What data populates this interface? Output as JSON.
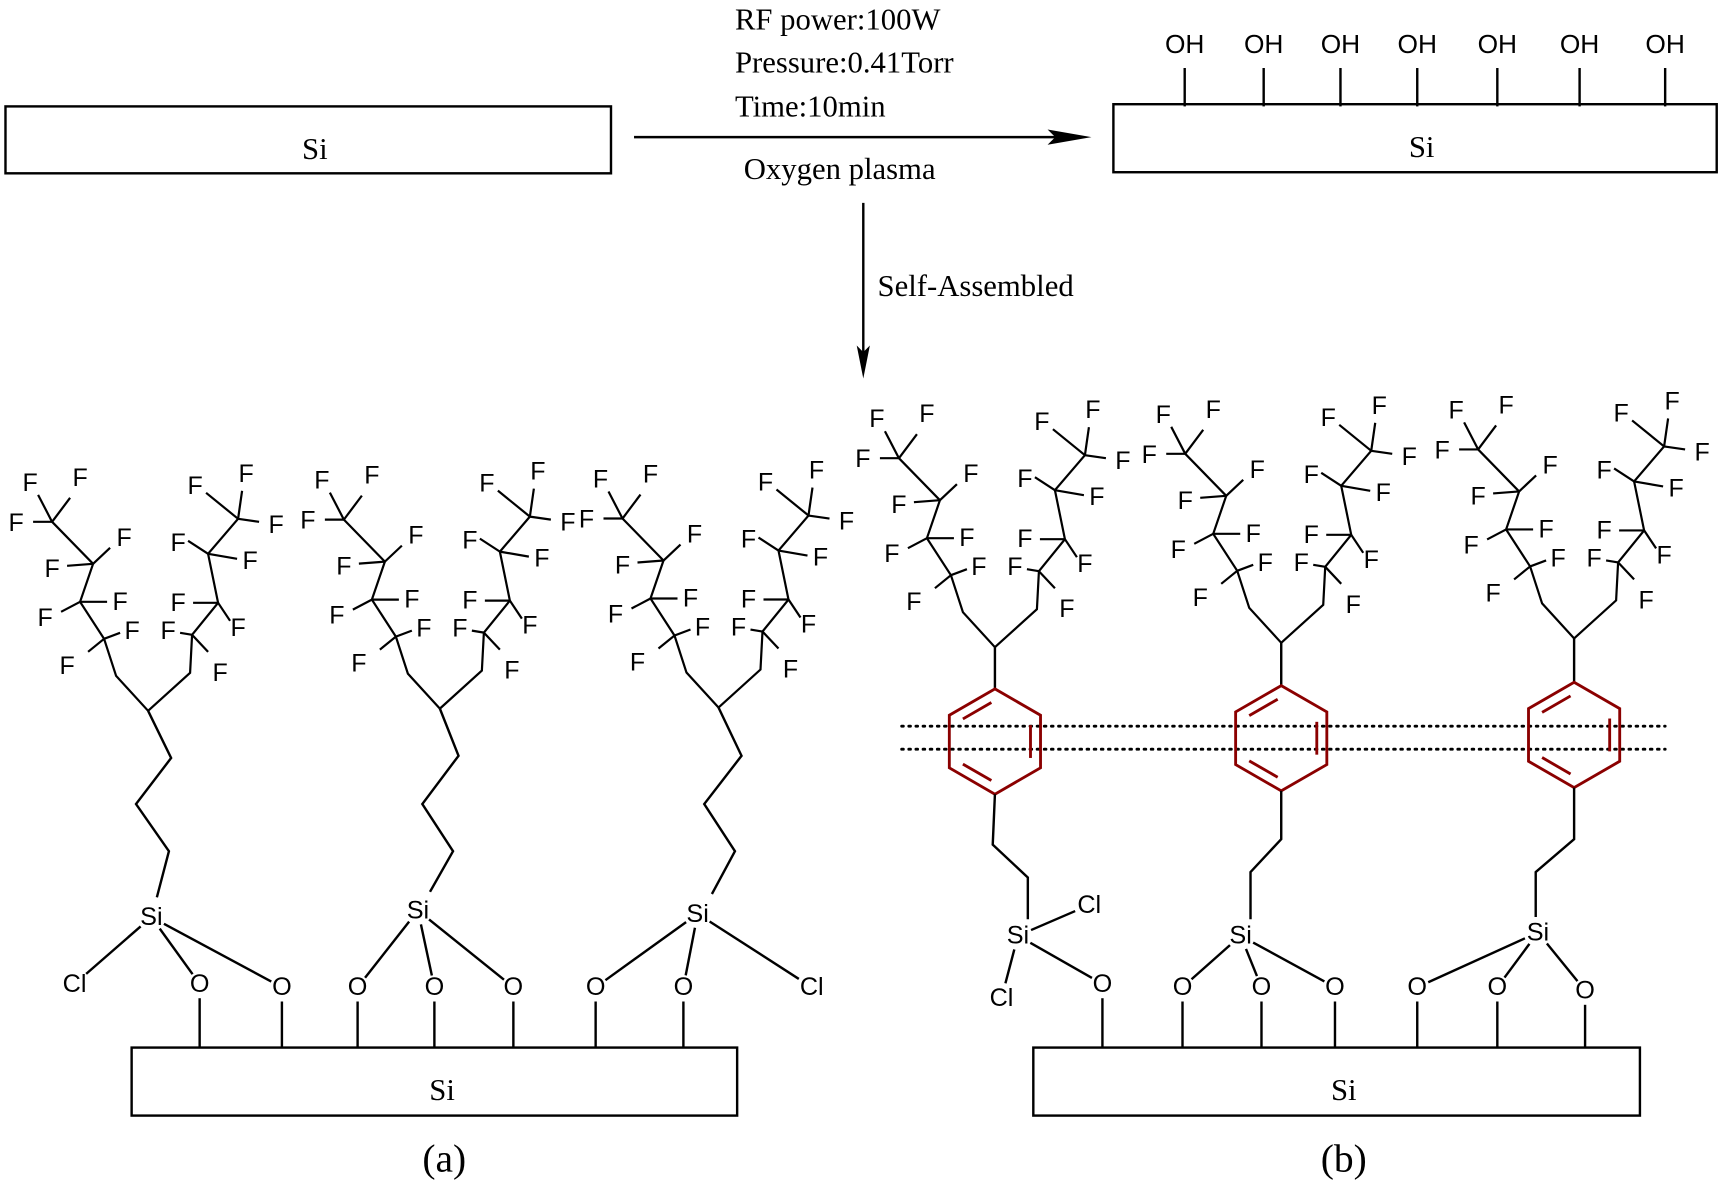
{
  "step1": {
    "conditions": [
      "RF power:100W",
      "Pressure:0.41Torr",
      "Time:10min"
    ],
    "treatment": "Oxygen plasma"
  },
  "step2": {
    "label": "Self-Assembled"
  },
  "substrate": {
    "label": "Si"
  },
  "hydroxyl": {
    "label": "OH",
    "count": 7
  },
  "atoms": {
    "F": "F",
    "Si": "Si",
    "O": "O",
    "Cl": "Cl"
  },
  "panels": {
    "a": "(a)",
    "b": "(b)"
  },
  "colors": {
    "benzene": "#8b0000",
    "bonds": "#000000"
  }
}
